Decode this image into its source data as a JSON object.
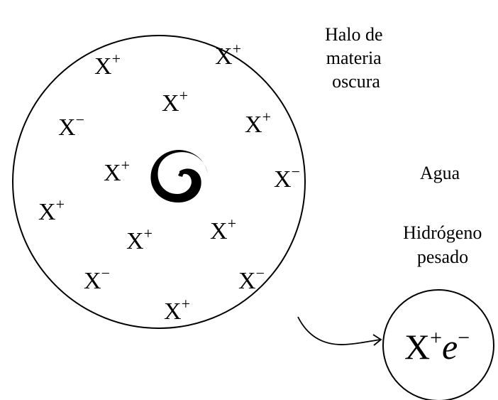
{
  "halo_label": [
    "Halo de",
    "materia",
    "oscura"
  ],
  "water_label": "Agua",
  "heavy_hydrogen_label": [
    "Hidrógeno",
    "pesado"
  ],
  "particles": [
    {
      "base": "X",
      "charge": "+"
    },
    {
      "base": "X",
      "charge": "+"
    },
    {
      "base": "X",
      "charge": "+"
    },
    {
      "base": "X",
      "charge": "−"
    },
    {
      "base": "X",
      "charge": "+"
    },
    {
      "base": "X",
      "charge": "+"
    },
    {
      "base": "X",
      "charge": "−"
    },
    {
      "base": "X",
      "charge": "+"
    },
    {
      "base": "X",
      "charge": "+"
    },
    {
      "base": "X",
      "charge": "+"
    },
    {
      "base": "X",
      "charge": "−"
    },
    {
      "base": "X",
      "charge": "−"
    },
    {
      "base": "X",
      "charge": "+"
    }
  ],
  "atom_formula": {
    "base": "X",
    "charge": "+",
    "electron": "e",
    "electron_charge": "−"
  },
  "colors": {
    "ink": "#000000",
    "background": "#ffffff"
  }
}
